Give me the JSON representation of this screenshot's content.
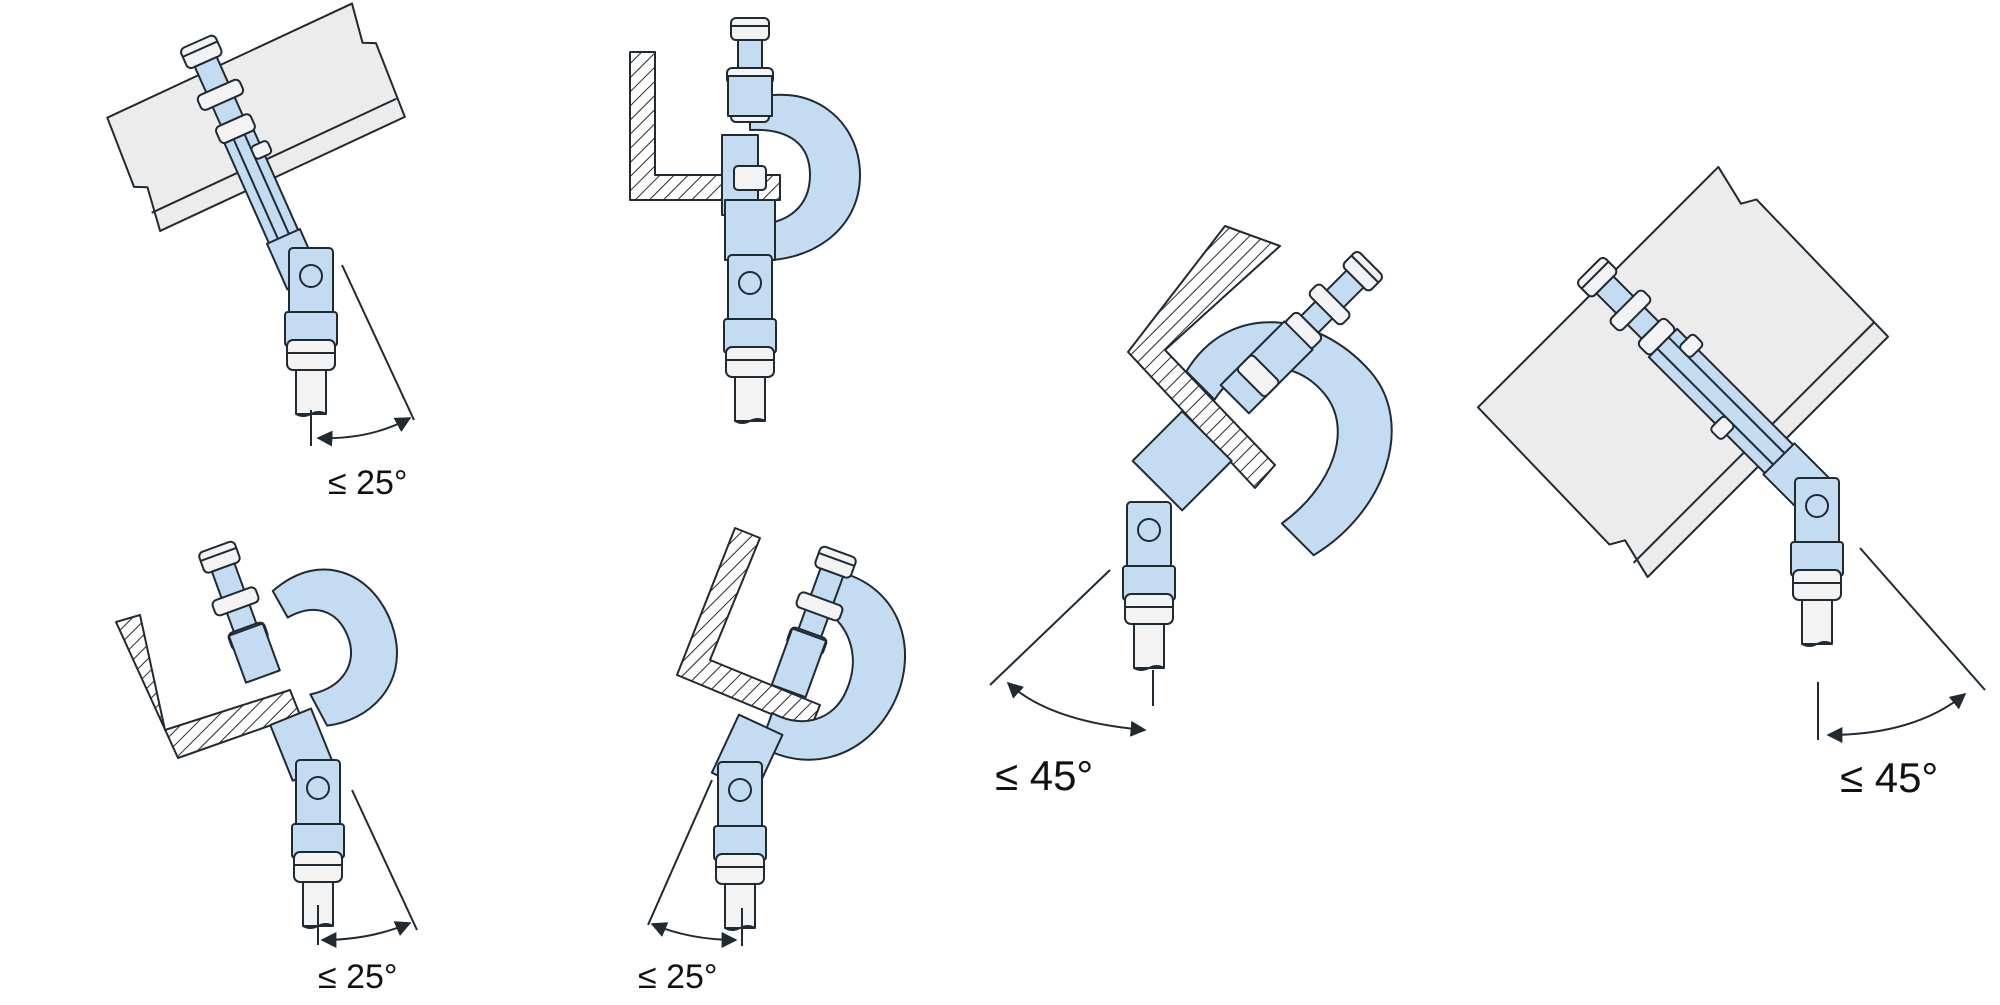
{
  "colors": {
    "component_blue": "#c4dcf2",
    "beam_grey": "#ececec",
    "nut_light": "#f3f3f3",
    "line": "#1f2a33",
    "hatch": "#2a2a2a"
  },
  "labels": {
    "angle_25_a": "≤ 25°",
    "angle_25_b": "≤ 25°",
    "angle_25_c": "≤ 25°",
    "angle_45_a": "≤ 45°",
    "angle_45_b": "≤ 45°"
  }
}
